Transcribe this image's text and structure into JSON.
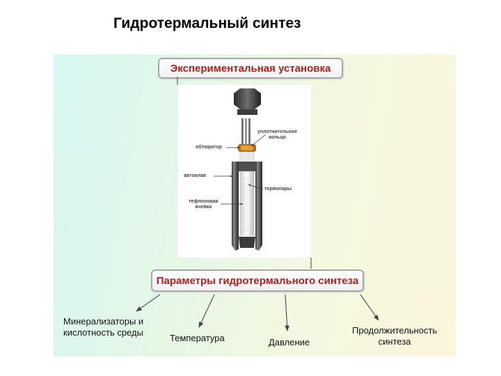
{
  "title": "Гидротермальный синтез",
  "setup_box": {
    "label": "Экспериментальная установка"
  },
  "photo_labels": {
    "seal": [
      "уплотнительное",
      "кольцо"
    ],
    "obturator": "обтюратор",
    "autoclave": "автоклав",
    "thermocouples": "термопары",
    "teflon_cell": [
      "тефлоновая",
      "ячейка"
    ]
  },
  "params_box": {
    "label": "Параметры гидротермального синтеза"
  },
  "parameters": {
    "mineralizers": [
      "Минерализаторы и",
      "кислотность среды"
    ],
    "temperature": "Температура",
    "pressure": "Давление",
    "duration": [
      "Продолжительность",
      "синтеза"
    ]
  },
  "colors": {
    "label_text": "#b02020",
    "arrow": "#555555",
    "panel_start": "#d6f7f2",
    "panel_end": "#fbf6dc"
  }
}
